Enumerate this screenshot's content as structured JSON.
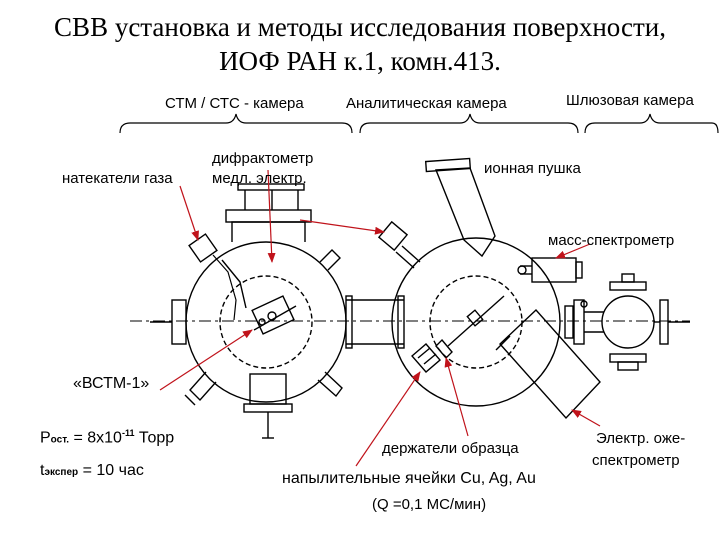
{
  "title": {
    "line1": "СВВ установка и методы исследования поверхности,",
    "line2": "ИОФ РАН  к.1, комн.413."
  },
  "chambers": {
    "stm": "СТМ / СТС - камера",
    "analytic": "Аналитическая камера",
    "lock": "Шлюзовая камера"
  },
  "labels": {
    "diffractometer_line1": "дифрактометр",
    "diffractometer_line2": "медл. электр.",
    "gas_leaks": "натекатели газа",
    "ion_gun": "ионная пушка",
    "mass_spec": "масс-спектрометр",
    "vstm": "«ВСТМ-1»",
    "holders": "держатели образца",
    "auger_line1": "Электр. оже-",
    "auger_line2": "спектрометр",
    "evaporators": "напылительные ячейки Cu, Ag, Au",
    "rate": "(Q =0,1 МС/мин)"
  },
  "params": {
    "p_symbol": "P",
    "p_sub": "ост.",
    "p_eq": " = 8x10",
    "p_exp": "-11",
    "p_unit": " Торр",
    "t_symbol": "t",
    "t_sub": "экспер",
    "t_eq": " = 10 час"
  }
}
